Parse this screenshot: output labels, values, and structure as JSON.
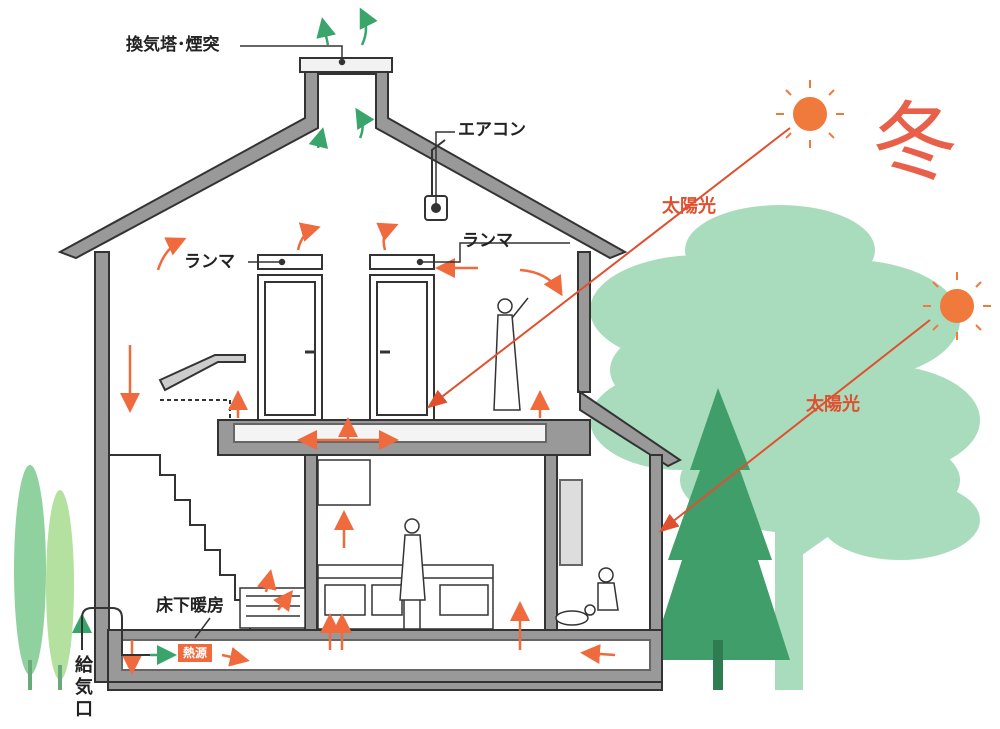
{
  "labels": {
    "chimney": "換気塔･煙突",
    "aircon": "エアコン",
    "ranma_left": "ランマ",
    "ranma_right": "ランマ",
    "underfloor": "床下暖房",
    "heat_source": "熱源",
    "sunlight_upper": "太陽光",
    "sunlight_lower": "太陽光",
    "season": "冬",
    "intake_chars": [
      "給",
      "気",
      "口"
    ]
  },
  "colors": {
    "warm_air": "#ef6a3c",
    "fresh_air": "#3aa56b",
    "sun": "#f07a3c",
    "tree": "#9fd6b2",
    "conifer": "#3f9e6a",
    "wall": "#8c8c8c"
  },
  "icons": [
    "sun-icon",
    "aircon-icon",
    "person-icon",
    "dog-icon",
    "tree-icon"
  ]
}
